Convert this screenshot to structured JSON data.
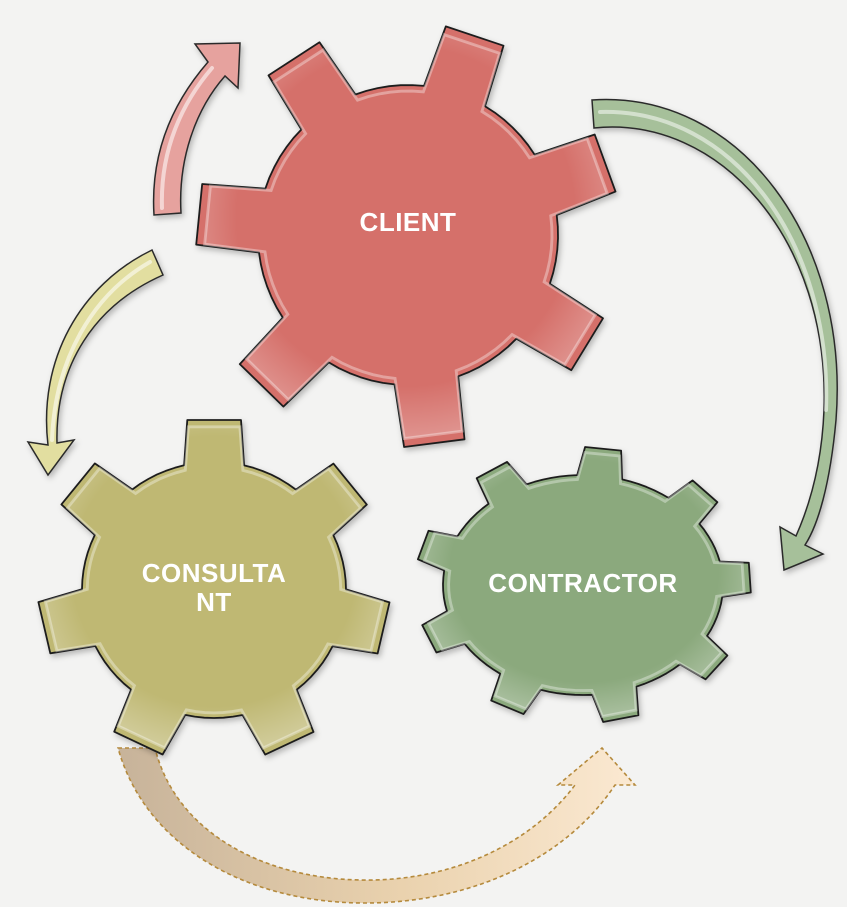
{
  "diagram": {
    "nodes": [
      {
        "id": "client",
        "label_lines": [
          "CLIENT"
        ],
        "color": "#d5706a"
      },
      {
        "id": "consultant",
        "label_lines": [
          "CONSULTA",
          "NT"
        ],
        "color": "#bfb873"
      },
      {
        "id": "contractor",
        "label_lines": [
          "CONTRACTOR"
        ],
        "color": "#8ba97d"
      }
    ],
    "arrows": [
      {
        "id": "arrow-red",
        "color": "#e59b98"
      },
      {
        "id": "arrow-green",
        "color": "#a9c29d"
      },
      {
        "id": "arrow-yellow",
        "color": "#e0dc9c"
      },
      {
        "id": "arrow-bottom",
        "color": "#efd6b3"
      }
    ]
  }
}
